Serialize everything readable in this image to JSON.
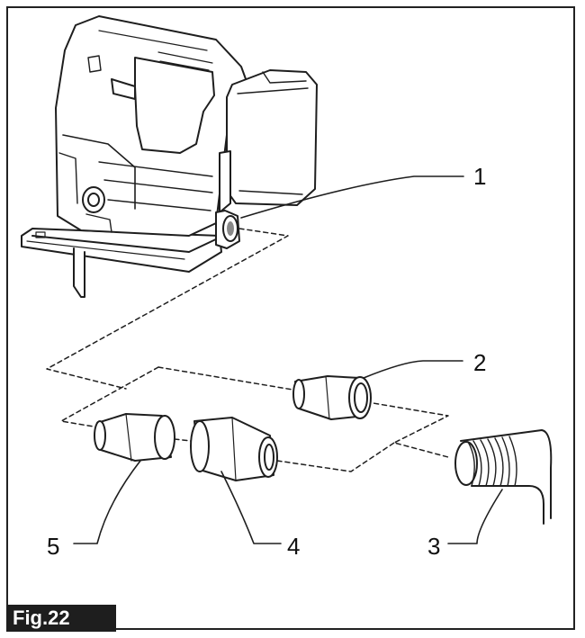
{
  "figure_label": "Fig.22",
  "callouts": [
    {
      "id": "1",
      "text": "1"
    },
    {
      "id": "2",
      "text": "2"
    },
    {
      "id": "3",
      "text": "3"
    },
    {
      "id": "4",
      "text": "4"
    },
    {
      "id": "5",
      "text": "5"
    }
  ],
  "colors": {
    "ink": "#1e1e1e",
    "frame": "#222222",
    "paper": "#ffffff"
  }
}
